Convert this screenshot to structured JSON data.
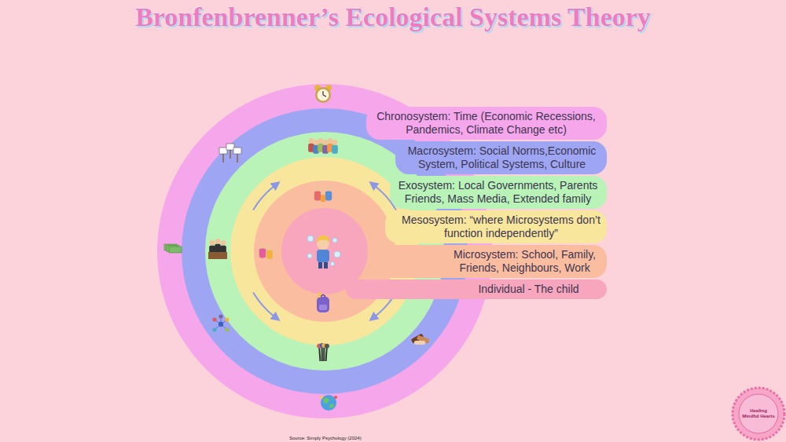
{
  "diagram": {
    "title": "Bronfenbrenner’s Ecological Systems Theory",
    "nodes": [
      {
        "text": [
          "Chronosystem: Time (Economic Recessions, Pandemics, Climate Change etc)"
        ]
      },
      {
        "text": [
          "Macrosystem: Social Norms,Economic System, Political Systems, Culture"
        ]
      },
      {
        "text": [
          "Exosystem: Local Governments, Parents Friends, Mass Media, Extended family"
        ]
      },
      {
        "text": [
          "Mesosystem: “where Microsystems don’t function independently”"
        ]
      },
      {
        "text": [
          "Microsystem: School, Family, Friends, Neighbours, Work"
        ]
      },
      {
        "text": [
          "Individual - The child"
        ]
      }
    ],
    "labels": [
      "Source: Simply Psychology (2024)",
      "Healing Mindful Hearts"
    ]
  }
}
